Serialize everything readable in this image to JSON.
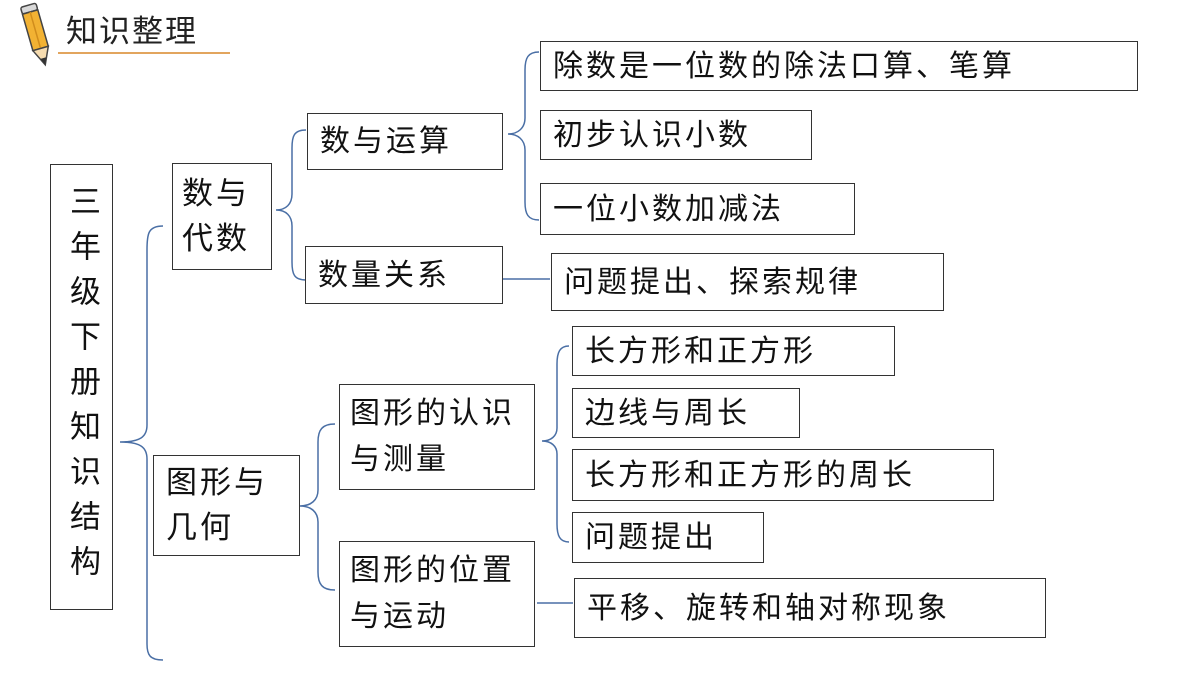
{
  "header": {
    "title": "知识整理",
    "icon": "pencil-icon"
  },
  "root": "三年级下册知识结构",
  "branches": [
    {
      "label": "数与代数",
      "children": [
        {
          "label": "数与运算",
          "items": [
            "除数是一位数的除法口算、笔算",
            "初步认识小数",
            "一位小数加减法"
          ]
        },
        {
          "label": "数量关系",
          "items": [
            "问题提出、探索规律"
          ]
        }
      ]
    },
    {
      "label": "图形与几何",
      "children": [
        {
          "label": "图形的认识与测量",
          "items": [
            "长方形和正方形",
            "边线与周长",
            "长方形和正方形的周长",
            "问题提出"
          ]
        },
        {
          "label": "图形的位置与运动",
          "items": [
            "平移、旋转和轴对称现象"
          ]
        }
      ]
    }
  ],
  "colors": {
    "connector": "#4a6fa5",
    "header_underline": "#e2a55e"
  }
}
